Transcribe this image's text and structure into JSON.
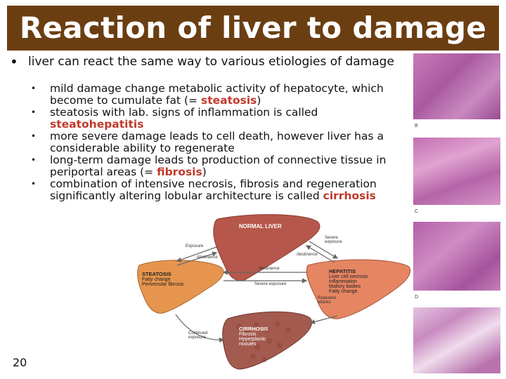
{
  "title": "Reaction of liver to damage",
  "main_bullet": "liver can react the same way to various etiologies of damage",
  "sub_bullets": [
    {
      "pre": "mild damage change metabolic activity of hepatocyte, which become to cumulate fat (= ",
      "term": "steatosis",
      "post": ")"
    },
    {
      "pre": "steatosis with lab. signs of inflammation is called ",
      "term": "steatohepatitis",
      "post": ""
    },
    {
      "pre": "more severe damage leads to cell death, however liver has a considerable ability to regenerate",
      "term": "",
      "post": ""
    },
    {
      "pre": "long-term damage leads to production of connective tissue in periportal areas (= ",
      "term": "fibrosis",
      "post": ")"
    },
    {
      "pre": "combination of intensive necrosis, fibrosis and regeneration significantly altering lobular architecture is called ",
      "term": "cirrhosis",
      "post": ""
    }
  ],
  "page_number": "20",
  "diagram": {
    "normal_liver": "NORMAL LIVER",
    "steatosis": {
      "heading": "STEATOSIS",
      "lines": [
        "Fatty change",
        "Perivenular fibrosis"
      ]
    },
    "hepatitis": {
      "heading": "HEPATITIS",
      "lines": [
        "Liver cell necrosis",
        "Inflammation",
        "Mallory bodies",
        "Fatty change"
      ]
    },
    "cirrhosis": {
      "heading": "CIRRHOSIS",
      "lines": [
        "Fibrosis",
        "Hyperplastic",
        "nodules"
      ]
    },
    "arrows": {
      "exposure": "Exposure",
      "abstinence_left": "Abstinence",
      "severe_exposure_top": "Severe exposure",
      "abstinence_right": "Abstinence",
      "abstinence_mid": "Abstinence",
      "severe_exposure_mid": "Severe exposure",
      "repeated_attacks": "Repeated attacks",
      "continued_exposure": "Continued exposure"
    }
  },
  "micrograph_labels": [
    "B",
    "C",
    "D"
  ]
}
